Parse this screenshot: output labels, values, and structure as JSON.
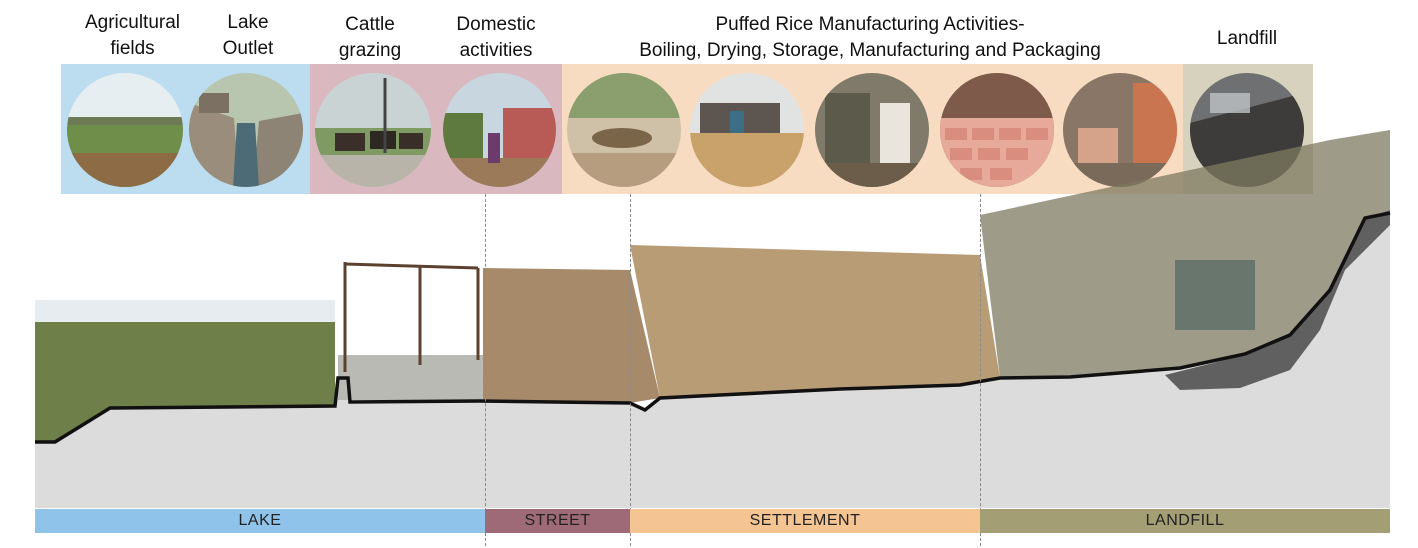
{
  "activities": [
    {
      "id": "agri",
      "text": "Agricultural\nfields"
    },
    {
      "id": "lake",
      "text": "Lake\nOutlet"
    },
    {
      "id": "cattle",
      "text": "Cattle\ngrazing"
    },
    {
      "id": "domestic",
      "text": "Domestic\nactivities"
    },
    {
      "id": "puffed",
      "text": "Puffed Rice Manufacturing Activities-\nBoiling, Drying, Storage, Manufacturing and Packaging"
    },
    {
      "id": "landfill",
      "text": "Landfill"
    }
  ],
  "zones": [
    {
      "label": "LAKE",
      "color": "#8fc3ea"
    },
    {
      "label": "STREET",
      "color": "#9e6a78"
    },
    {
      "label": "SETTLEMENT",
      "color": "#f4c493"
    },
    {
      "label": "LANDFILL",
      "color": "#a39e74"
    }
  ],
  "band_colors": {
    "lake": "#bcdcf0",
    "street": "#d9b9bf",
    "settlement": "#f8dcc2",
    "landfill": "#d6d2bd"
  },
  "photos": [
    {
      "name": "agricultural-field-photo"
    },
    {
      "name": "lake-outlet-photo"
    },
    {
      "name": "cattle-grazing-photo"
    },
    {
      "name": "domestic-activities-photo"
    },
    {
      "name": "rice-boiling-photo"
    },
    {
      "name": "rice-drying-photo"
    },
    {
      "name": "rice-storage-photo"
    },
    {
      "name": "rice-sacks-photo"
    },
    {
      "name": "rice-packaging-photo"
    },
    {
      "name": "landfill-photo"
    }
  ]
}
